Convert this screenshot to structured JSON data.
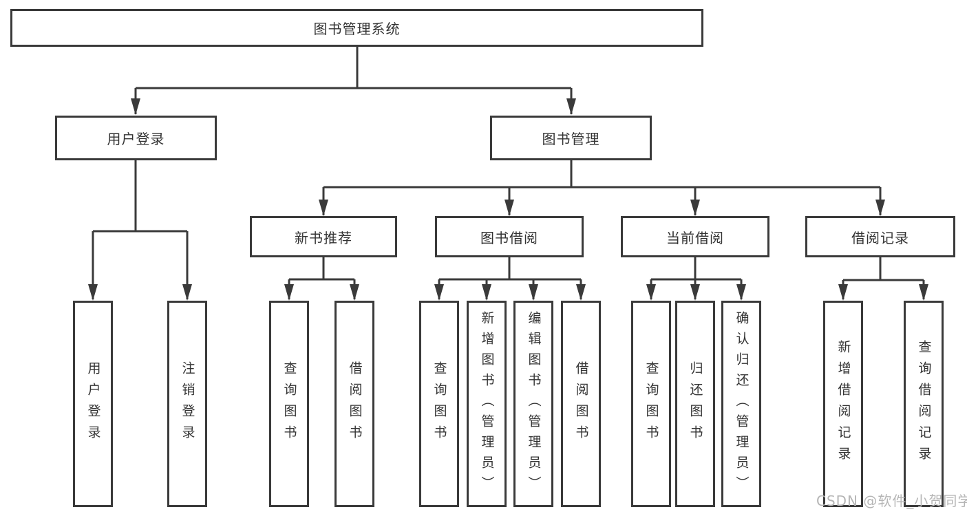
{
  "colors": {
    "line": "#3a3a3a",
    "box_border": "#3a3a3a",
    "text": "#333333",
    "background": "#ffffff",
    "watermark": "#b5b5b5"
  },
  "tree": {
    "label": "图书管理系统",
    "children": [
      {
        "label": "用户登录",
        "children": [
          {
            "label": "用户登录"
          },
          {
            "label": "注销登录"
          }
        ]
      },
      {
        "label": "图书管理",
        "children": [
          {
            "label": "新书推荐",
            "children": [
              {
                "label": "查询图书"
              },
              {
                "label": "借阅图书"
              }
            ]
          },
          {
            "label": "图书借阅",
            "children": [
              {
                "label": "查询图书"
              },
              {
                "label": "新增图书（管理员）"
              },
              {
                "label": "编辑图书（管理员）"
              },
              {
                "label": "借阅图书"
              }
            ]
          },
          {
            "label": "当前借阅",
            "children": [
              {
                "label": "查询图书"
              },
              {
                "label": "归还图书"
              },
              {
                "label": "确认归还（管理员）"
              }
            ]
          },
          {
            "label": "借阅记录",
            "children": [
              {
                "label": "新增借阅记录"
              },
              {
                "label": "查询借阅记录"
              }
            ]
          }
        ]
      }
    ]
  },
  "watermark": {
    "text": "CSDN @软件_小贺同学"
  }
}
